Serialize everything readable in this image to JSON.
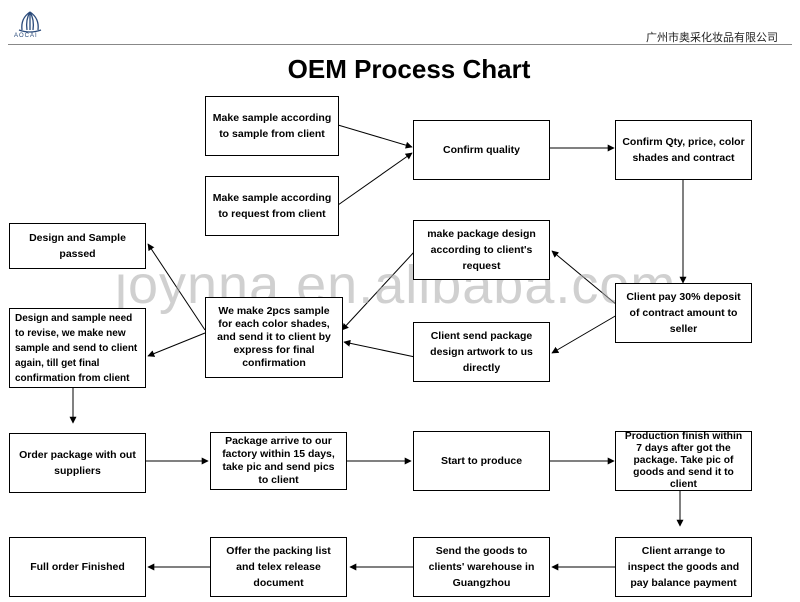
{
  "header": {
    "logo_text": "AOCAI",
    "company": "广州市奥采化妆品有限公司",
    "title": "OEM Process Chart"
  },
  "watermark": "joynna.en.alibaba.com",
  "boxes": {
    "sample_from_client": "Make sample according to sample from client",
    "sample_from_request": "Make sample according to request from client",
    "confirm_quality": "Confirm quality",
    "confirm_qty": "Confirm Qty, price, color shades and contract",
    "design_passed": "Design and Sample passed",
    "revise": "Design and sample need to revise, we make new sample and send to client again, till get final confirmation from client",
    "two_samples": "We make 2pcs sample for each color shades, and send it to client by express for final confirmation",
    "package_design": "make package design according to client's request",
    "client_artwork": "Client send package design artwork to us directly",
    "deposit": "Client pay 30% deposit of contract amount to seller",
    "order_package": "Order package with out suppliers",
    "package_arrive": "Package arrive to our factory within 15 days, take pic and send pics to client",
    "start_produce": "Start to produce",
    "production_finish": "Production finish within 7 days after got the package. Take pic of goods and send it to client",
    "full_order": "Full order Finished",
    "packing_list": "Offer the packing list and telex release document",
    "send_goods": "Send the goods to clients' warehouse in Guangzhou",
    "inspect": "Client arrange to inspect the goods and pay balance payment"
  }
}
